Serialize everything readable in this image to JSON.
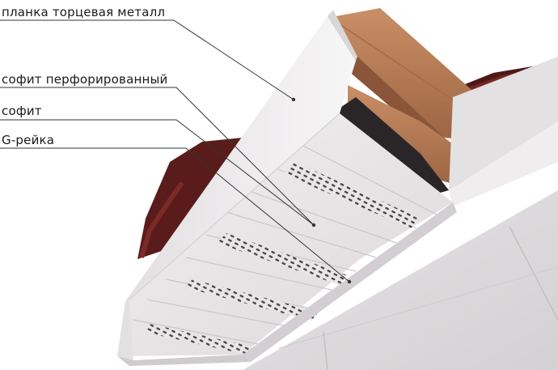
{
  "labels": [
    {
      "text": "планка торцевая металл"
    },
    {
      "text": "софит перфорированный"
    },
    {
      "text": "софит"
    },
    {
      "text": "G-рейка"
    }
  ],
  "colors": {
    "soffit": "#ebe8ea",
    "fascia": "#f0eef0",
    "wall": "#dddadc",
    "wood": "#b57a55",
    "roof_tile": "#5a1c1a",
    "leader": "#333333"
  }
}
